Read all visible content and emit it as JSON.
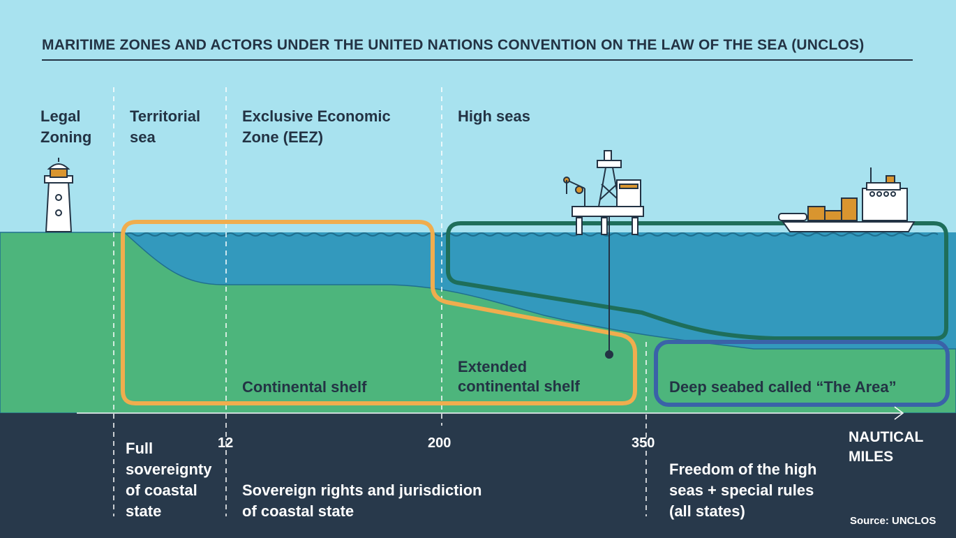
{
  "title": "MARITIME ZONES AND ACTORS UNDER THE UNITED NATIONS CONVENTION ON THE LAW OF THE SEA (UNCLOS)",
  "zones": {
    "legal_zoning": "Legal\nZoning",
    "territorial_sea": "Territorial\nsea",
    "eez": "Exclusive Economic\nZone (EEZ)",
    "high_seas": "High seas"
  },
  "seabed_labels": {
    "continental_shelf": "Continental shelf",
    "extended_continental_shelf": "Extended\ncontinental shelf",
    "the_area": "Deep seabed called “The Area”"
  },
  "axis": {
    "ticks": [
      "12",
      "200",
      "350"
    ],
    "unit_label": "NAUTICAL\nMILES"
  },
  "jurisdiction": {
    "full_sovereignty": "Full\nsovereignty\nof coastal\nstate",
    "sovereign_rights": "Sovereign rights and jurisdiction\nof coastal state",
    "freedom_high_seas": "Freedom of the high\nseas + special rules\n(all states)"
  },
  "source": "Source: UNCLOS",
  "colors": {
    "sky": "#a8e2ef",
    "sea": "#3399bd",
    "land": "#4db57c",
    "ground_dark": "#28394b",
    "continental_shelf_outline": "#f0ad4e",
    "high_seas_outline": "#1e6e5a",
    "area_outline": "#3a62a8",
    "text_dark": "#233344"
  },
  "icons": [
    "lighthouse-icon",
    "oil-platform-icon",
    "cargo-ship-icon"
  ]
}
